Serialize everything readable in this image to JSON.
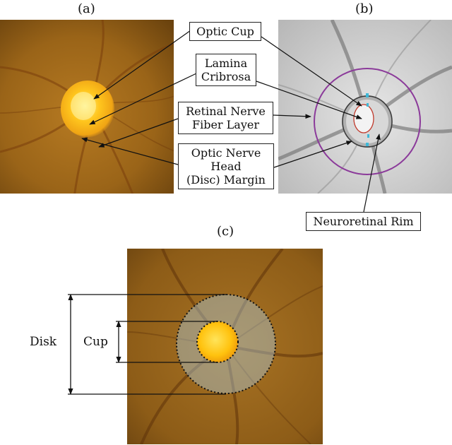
{
  "panels": {
    "a": "(a)",
    "b": "(b)",
    "c": "(c)"
  },
  "callouts": {
    "optic_cup": "Optic Cup",
    "lamina_cribrosa": [
      "Lamina",
      "Cribrosa"
    ],
    "rnfl": [
      "Retinal Nerve",
      "Fiber Layer"
    ],
    "onh_margin": [
      "Optic Nerve",
      "Head",
      "(Disc) Margin"
    ],
    "neuroretinal_rim": "Neuroretinal Rim"
  },
  "measure": {
    "disk": "Disk",
    "cup": "Cup"
  },
  "colors": {
    "fundus_bg": "#a56b1c",
    "fundus_dark": "#6e4410",
    "disc_glow": "#ffd23a",
    "oct_bg": "#c9c9c9",
    "purple_ring": "#8b3a9a",
    "cup_red": "#c0392b",
    "rim_cyan": "#3fb8d8"
  }
}
